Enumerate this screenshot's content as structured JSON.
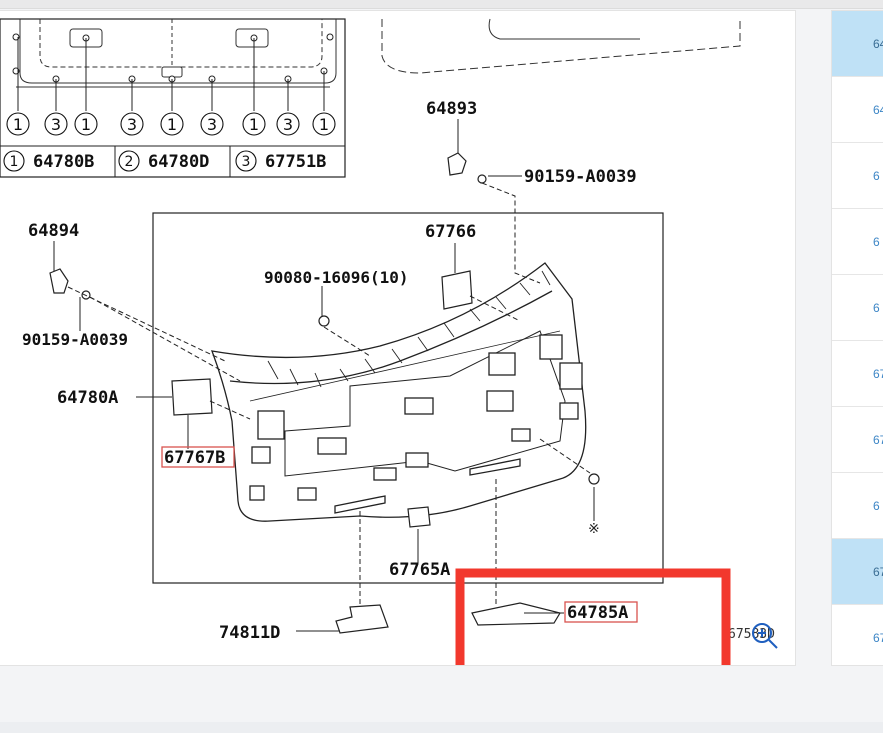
{
  "diagram": {
    "labels": {
      "p64893": "64893",
      "p90159_top": "90159-A0039",
      "p64894": "64894",
      "p67766": "67766",
      "p90080": "90080-16096(10)",
      "p90159_left": "90159-A0039",
      "p64780a": "64780A",
      "p67767b": "67767B",
      "p67765a": "67765A",
      "p74811d": "74811D",
      "p64785a": "64785A",
      "p67583d": "67583D",
      "note_mark": "※"
    },
    "legend": [
      {
        "num": "1",
        "part": "64780B"
      },
      {
        "num": "2",
        "part": "64780D"
      },
      {
        "num": "3",
        "part": "67751B"
      }
    ],
    "clip_sequence": [
      "1",
      "3",
      "1",
      "3",
      "1",
      "3",
      "1",
      "3",
      "1"
    ]
  },
  "zoom_icon": "magnifier-plus-icon",
  "side_list": {
    "items": [
      {
        "label": "64",
        "active": true
      },
      {
        "label": "64",
        "active": false
      },
      {
        "label": "6",
        "active": false
      },
      {
        "label": "6",
        "active": false
      },
      {
        "label": "6",
        "active": false
      },
      {
        "label": "67",
        "active": false
      },
      {
        "label": "67",
        "active": false
      },
      {
        "label": "6",
        "active": false
      },
      {
        "label": "67",
        "active": true
      },
      {
        "label": "67",
        "active": false
      }
    ]
  },
  "colors": {
    "highlight_box": "#f2382d",
    "label_box": "#d9534f",
    "active_row": "#bfe1f6",
    "link_text": "#3d86c6"
  }
}
